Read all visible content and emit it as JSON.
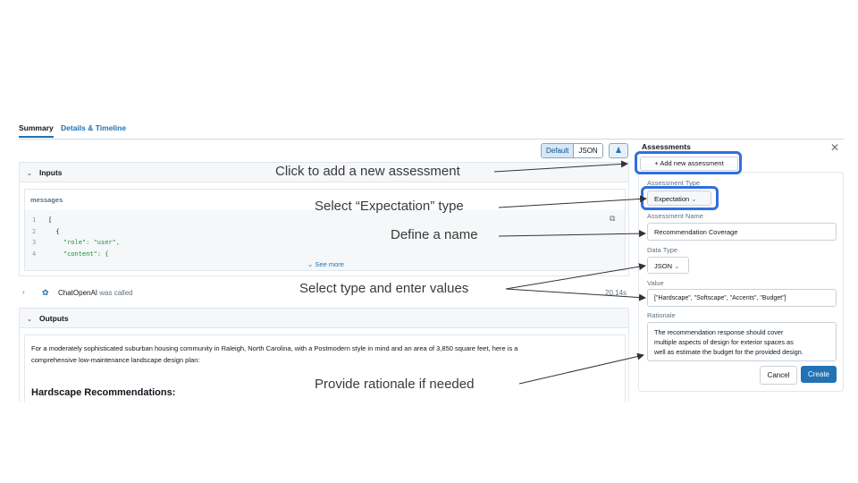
{
  "tabs": [
    {
      "label": "Summary"
    },
    {
      "label": "Details & Timeline"
    }
  ],
  "toolbar": {
    "default_label": "Default",
    "json_label": "JSON"
  },
  "inputs": {
    "header": "Inputs",
    "messages_label": "messages",
    "code_lines": [
      {
        "num": "1",
        "text": "["
      },
      {
        "num": "2",
        "text": "  {"
      },
      {
        "num": "3",
        "key": "\"role\": ",
        "value": "\"user\","
      },
      {
        "num": "4",
        "key": "\"content\": {",
        "value": ""
      }
    ],
    "see_more": "See more"
  },
  "trace": {
    "name": "ChatOpenAI",
    "suffix": " was called",
    "duration": "20.14s"
  },
  "outputs": {
    "header": "Outputs",
    "paragraph_1": "For a moderately sophisticated suburban housing community in Raleigh, North Carolina, with a Postmodern style in mind and an area of 3,850 square feet, here is a",
    "paragraph_2": "comprehensive low-maintenance landscape design plan:",
    "heading": "Hardscape Recommendations:"
  },
  "panel": {
    "title": "Assessments",
    "add_button": "Add new assessment",
    "assessment_type_label": "Assessment Type",
    "assessment_type_value": "Expectation",
    "assessment_name_label": "Assessment Name",
    "assessment_name_value": "Recommendation Coverage",
    "data_type_label": "Data Type",
    "data_type_value": "JSON",
    "value_label": "Value",
    "value_value": "[\"Hardscape\", \"Softscape\", \"Accents\", \"Budget\"]",
    "rationale_label": "Rationale",
    "rationale_line_1": "The recommendation response should cover",
    "rationale_line_2": "multiple aspects of design for exterior spaces as",
    "rationale_line_3": "well as estimate the budget for the provided design.",
    "cancel": "Cancel",
    "create": "Create"
  },
  "annotations": {
    "add": "Click to add a new assessment",
    "type": "Select “Expectation” type",
    "name": "Define a name",
    "values": "Select type and enter values",
    "rationale": "Provide rationale if needed"
  },
  "colors": {
    "accent": "#2272b4",
    "highlight": "#2f6fe0"
  }
}
